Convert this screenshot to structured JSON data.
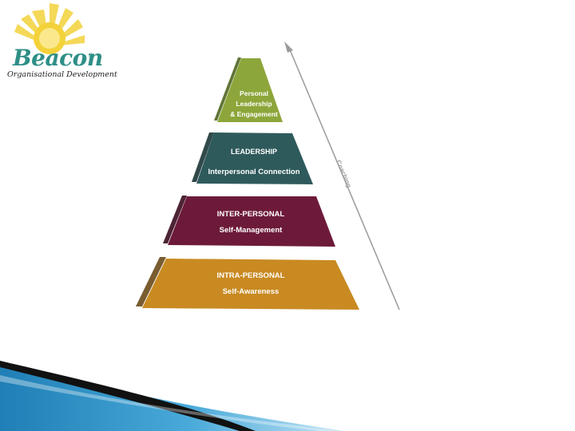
{
  "logo": {
    "name": "Beacon",
    "registered": "®",
    "tagline": "Organisational Development"
  },
  "pyramid": {
    "tiers": [
      {
        "heading": "INTRA-PERSONAL",
        "subheading": "Self-Awareness",
        "color": "#c98a22"
      },
      {
        "heading": "INTER-PERSONAL",
        "subheading": "Self-Management",
        "color": "#6d1a3a"
      },
      {
        "heading": "LEADERSHIP",
        "subheading": "Interpersonal Connection",
        "color": "#2f5a5c"
      },
      {
        "lines": [
          "Personal",
          "Leadership",
          "& Engagement"
        ],
        "color": "#8da63b"
      }
    ],
    "arrow_label": "Coaching"
  },
  "colors": {
    "logo_sun": "#f3d23a",
    "logo_text": "#2e8f86",
    "arrow": "#9a9a9a",
    "footer_blue": "#2f8fc4",
    "footer_dark": "#111111"
  }
}
